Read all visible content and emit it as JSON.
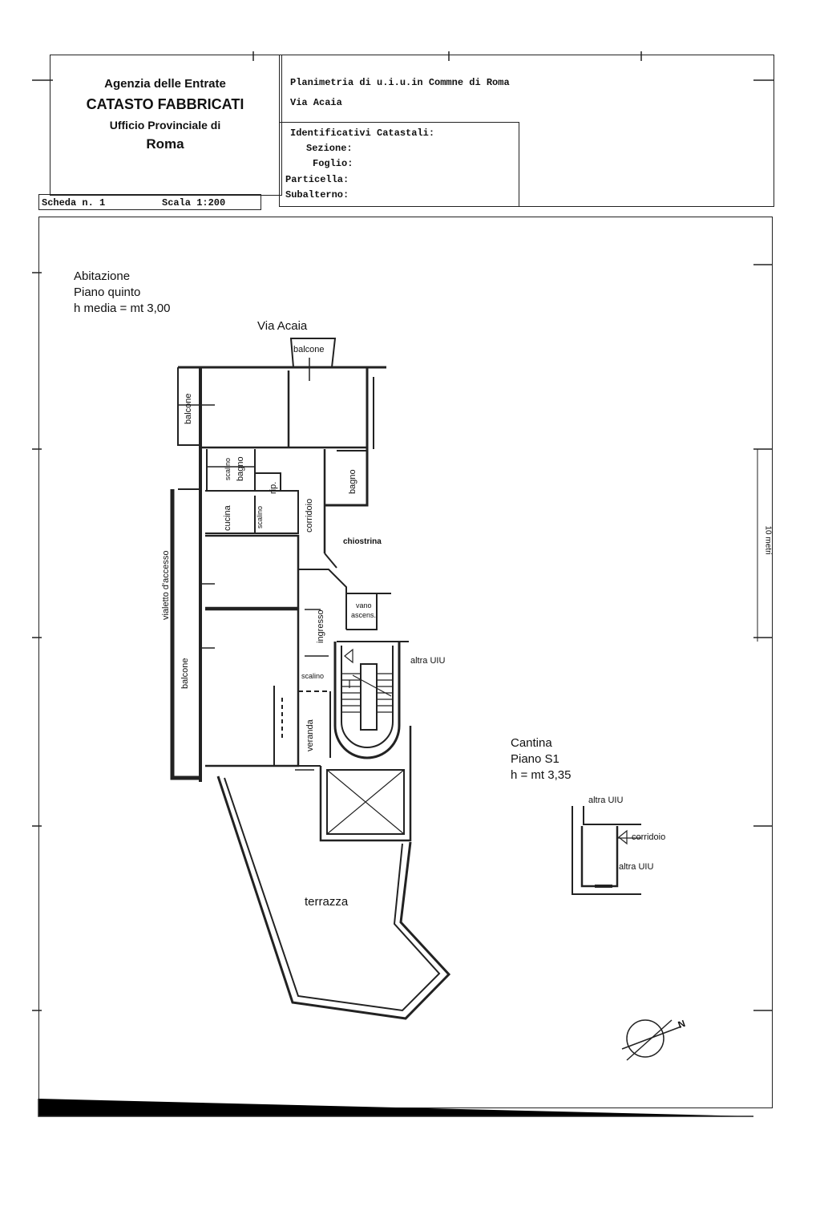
{
  "header": {
    "agency": "Agenzia delle Entrate",
    "catasto": "CATASTO FABBRICATI",
    "ufficio": "Ufficio Provinciale di",
    "citta": "Roma",
    "planimetria": "Planimetria di u.i.u.in Commne di Roma",
    "via": "Via Acaia",
    "identificativi": "Identificativi Catastali:",
    "sezione": "Sezione:",
    "foglio": "Foglio:",
    "particella": "Particella:",
    "subalterno": "Subalterno:",
    "scheda": "Scheda n. 1",
    "scala": "Scala 1:200"
  },
  "abitazione": {
    "line1": "Abitazione",
    "line2": "Piano quinto",
    "line3": "h media = mt 3,00"
  },
  "street_label": "Via Acaia",
  "rooms": {
    "balcone_top": "balcone",
    "balcone_left": "balcone",
    "balcone_lower": "balcone",
    "scalino_1": "scalino",
    "bagno_1": "bagno",
    "rip": "rip.",
    "corridoio": "corridoio",
    "bagno_2": "bagno",
    "cucina": "cucina",
    "scalino_2": "scalino",
    "chiostrina": "chiostrina",
    "vialetto": "vialetto d'accesso",
    "ingresso": "ingresso",
    "vano_1": "vano",
    "vano_2": "ascens.",
    "altra_uiu": "altra UIU",
    "scalino_3": "scalino",
    "veranda": "veranda",
    "terrazza": "terrazza"
  },
  "cantina": {
    "line1": "Cantina",
    "line2": "Piano S1",
    "line3": "h = mt 3,35",
    "altra_uiu_top": "altra UIU",
    "corridoio": "corridoio",
    "altra_uiu_bottom": "altra UIU"
  },
  "north_label": "N",
  "side_label": "10 metri"
}
